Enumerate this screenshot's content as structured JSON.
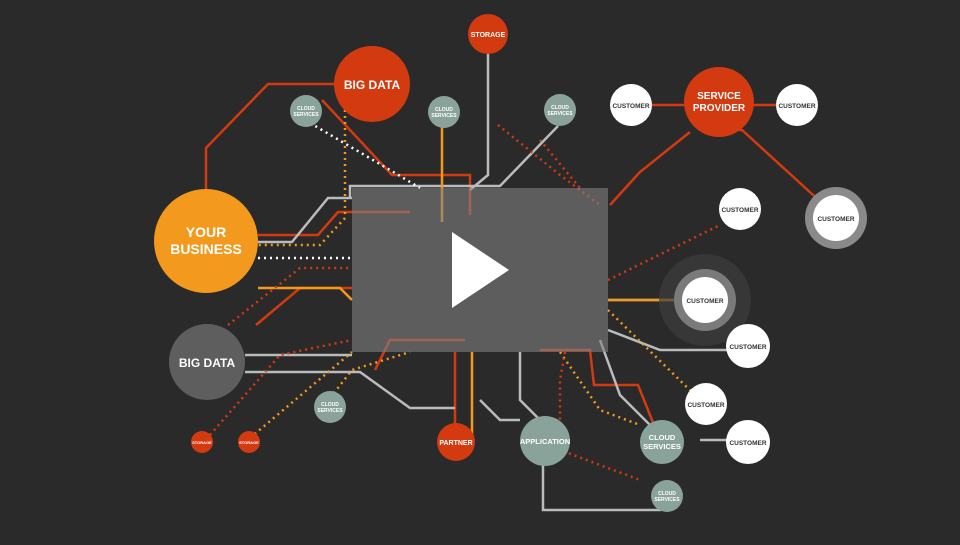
{
  "colors": {
    "background": "#2a2a2a",
    "orange": "#f39a1e",
    "red": "#d33a0f",
    "sage": "#8aa39a",
    "dark_gray": "#5e5e5e",
    "white": "#ffffff",
    "line_gray": "#b8bcbc"
  },
  "nodes": {
    "your_business": [
      "YOUR",
      "BUSINESS"
    ],
    "big_data_top": "BIG DATA",
    "big_data_left": "BIG DATA",
    "storage_top": "STORAGE",
    "storage_small_1": "STORAGE",
    "storage_small_2": "STORAGE",
    "cloud_services_a": [
      "CLOUD",
      "SERVICES"
    ],
    "cloud_services_b": [
      "CLOUD",
      "SERVICES"
    ],
    "cloud_services_c": [
      "CLOUD",
      "SERVICES"
    ],
    "cloud_services_d": [
      "CLOUD",
      "SERVICES"
    ],
    "cloud_services_large": [
      "CLOUD",
      "SERVICES"
    ],
    "cloud_services_bottom": [
      "CLOUD",
      "SERVICES"
    ],
    "service_provider": [
      "SERVICE",
      "PROVIDER"
    ],
    "partner": "PARTNER",
    "application": "APPLICATION",
    "customers": [
      "CUSTOMER",
      "CUSTOMER",
      "CUSTOMER",
      "CUSTOMER",
      "CUSTOMER",
      "CUSTOMER",
      "CUSTOMER",
      "CUSTOMER"
    ]
  },
  "player": {
    "play_icon": "play-icon"
  }
}
